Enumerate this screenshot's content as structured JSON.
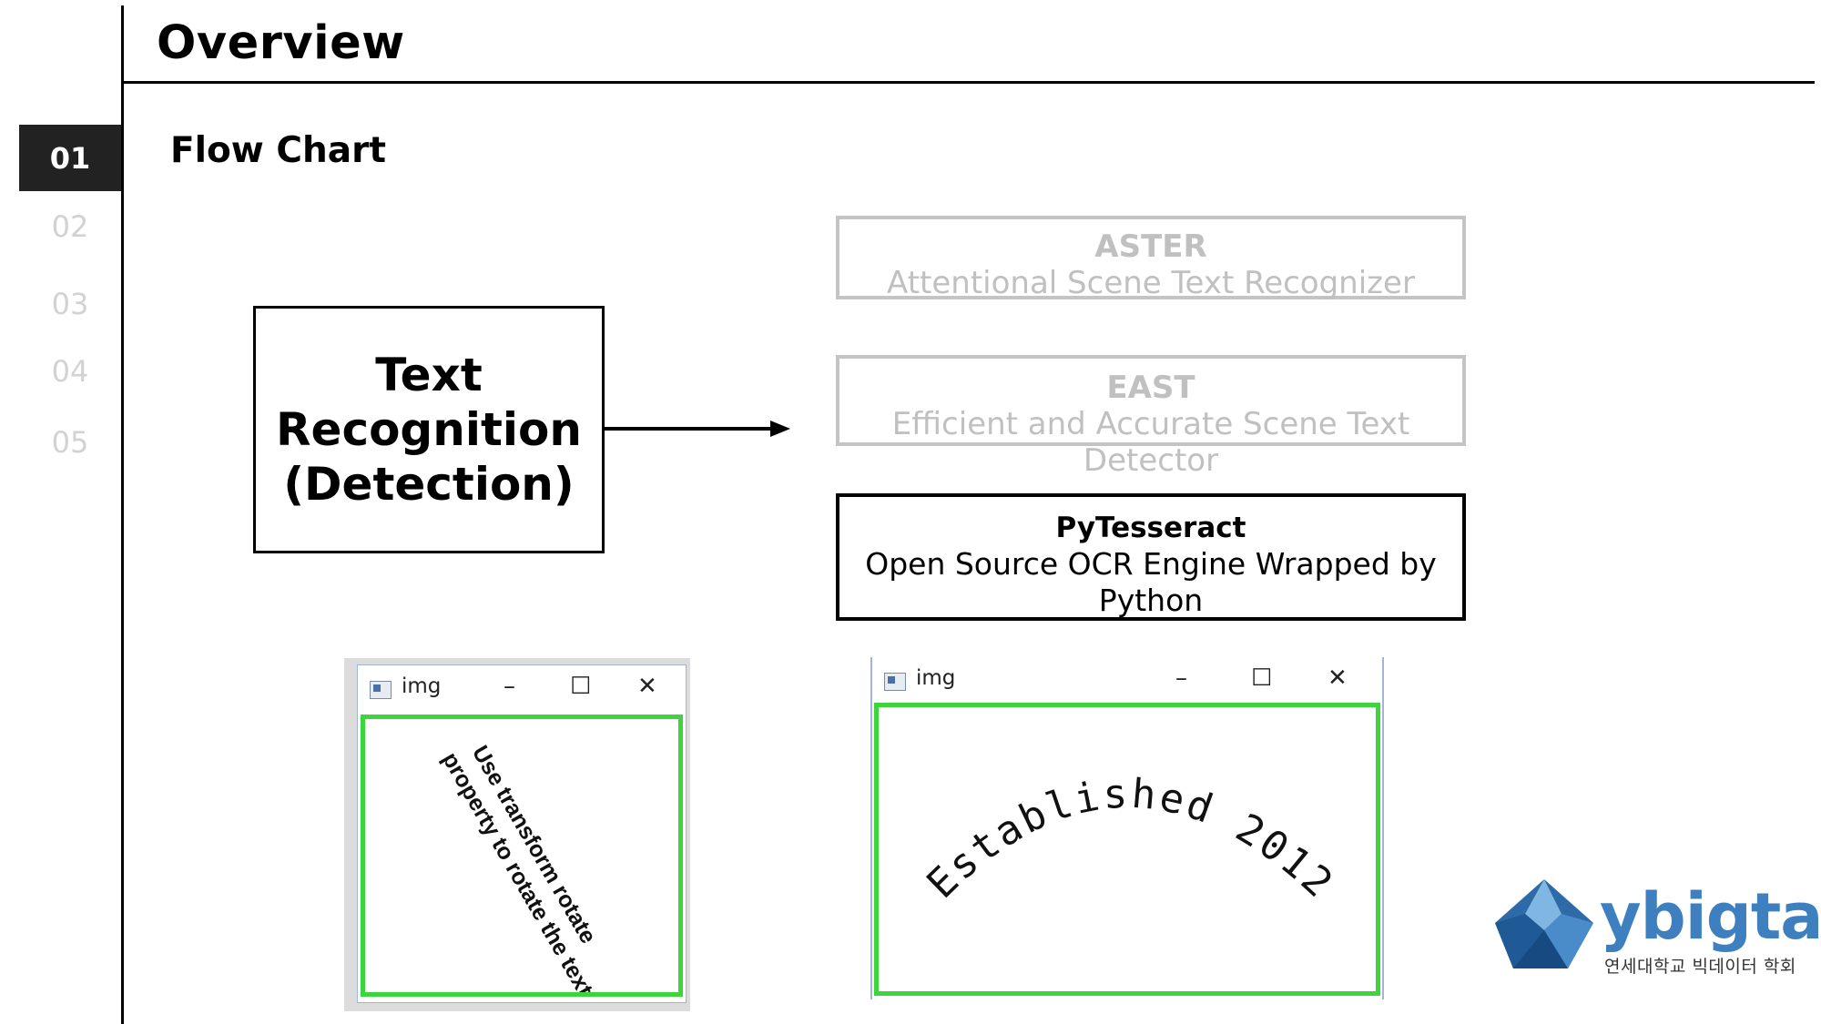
{
  "header": {
    "title": "Overview"
  },
  "section": {
    "subtitle": "Flow Chart"
  },
  "nav": {
    "active": "01",
    "items": [
      "02",
      "03",
      "04",
      "05"
    ]
  },
  "main_box": {
    "lines": [
      "Text",
      "Recognition",
      "(Detection)"
    ]
  },
  "options": [
    {
      "name": "ASTER",
      "desc": "Attentional Scene Text Recognizer",
      "state": "inactive"
    },
    {
      "name": "EAST",
      "desc": "Efficient and Accurate Scene Text Detector",
      "state": "inactive"
    },
    {
      "name": "PyTesseract",
      "desc_line1": "Open Source OCR Engine Wrapped by",
      "desc_line2": "Python",
      "state": "active"
    }
  ],
  "window_left": {
    "title": "img",
    "controls": [
      "–",
      "☐",
      "✕"
    ],
    "text_line1": "Use transform rotate",
    "text_line2": "property to rotate the text"
  },
  "window_right": {
    "title": "img",
    "controls": [
      "–",
      "☐",
      "✕"
    ],
    "text": "Established 2012"
  },
  "logo": {
    "name": "ybigta",
    "sub": "연세대학교 빅데이터 학회"
  },
  "colors": {
    "accent": "#3e7fbf",
    "window_border": "#3ed43e",
    "inactive": "#c0c0c0"
  }
}
